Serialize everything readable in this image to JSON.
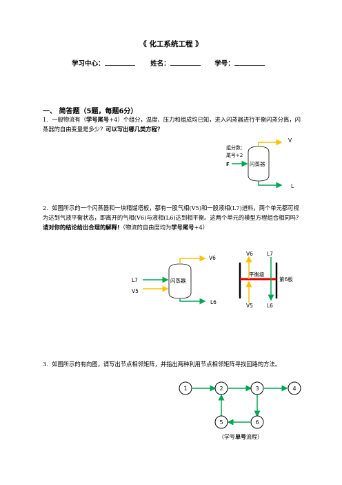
{
  "title": "《 化工系统工程 》",
  "header": {
    "center_label": "学习中心：",
    "name_label": "姓名：",
    "id_label": "学号："
  },
  "section1": {
    "heading": "一、 简答题（5题，每题6分）"
  },
  "q1": {
    "number": "1.",
    "text_a": "一般物流有（",
    "bold_1": "学号尾号",
    "text_b": "+4）个组分，温度、压力和组成均已知，进入闪蒸器进行平衡闪蒸分离，闪蒸器的自由变量是多少？",
    "bold_2": "可以写出哪几类方程？",
    "diagram": {
      "components_label_1": "组分数：",
      "components_label_2": "尾号+2",
      "feed": "F",
      "vessel": "闪蒸器",
      "vapor": "V",
      "liquid": "L"
    }
  },
  "q2": {
    "number": "2.",
    "text_a": "如图所示的一个闪蒸器和一块精馏塔板，都有一股气相(V5)和一股液相(L7)进料，两个单元都可视为达到气液平衡状态，即离开的气相(V6)与液相(L6)达到相平衡。这两个单元的模型方程组合相同吗？",
    "bold_1": "请对你的结论给出合理的解释!",
    "text_b": "（物流的自由度均为",
    "bold_2": "学号尾号",
    "text_c": "+4）",
    "diagram": {
      "flash_vessel": "闪蒸器",
      "l7": "L7",
      "v5": "V5",
      "v6": "V6",
      "l6": "L6",
      "plate_label": "平衡级",
      "plate_side": "第6板"
    }
  },
  "q3": {
    "number": "3.",
    "text": "如图所示的有向图，请写出节点相邻矩阵，并指出两种利用节点相邻矩阵寻找回路的方法。",
    "graph": {
      "nodes": [
        "1",
        "2",
        "3",
        "4",
        "5",
        "6"
      ],
      "edges": [
        [
          "1",
          "2"
        ],
        [
          "2",
          "3"
        ],
        [
          "3",
          "4"
        ],
        [
          "3",
          "6"
        ],
        [
          "6",
          "5"
        ],
        [
          "5",
          "2"
        ]
      ],
      "caption_a": "（学号",
      "caption_bold": "单号",
      "caption_b": "流程）"
    }
  },
  "colors": {
    "green": "#00a650",
    "orange": "#ffc000",
    "red": "#e00000"
  }
}
